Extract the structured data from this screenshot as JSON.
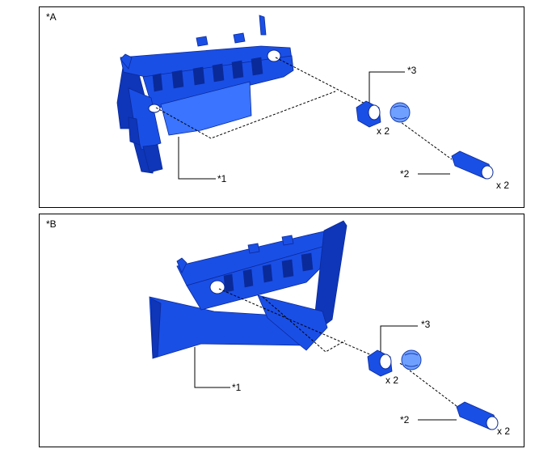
{
  "panels": [
    {
      "id": "A",
      "label": "*A",
      "callouts": {
        "part1": "*1",
        "part2": "*2",
        "part3": "*3"
      },
      "quantities": {
        "part3_qty": "x 2",
        "part2_qty": "x 2"
      }
    },
    {
      "id": "B",
      "label": "*B",
      "callouts": {
        "part1": "*1",
        "part2": "*2",
        "part3": "*3"
      },
      "quantities": {
        "part3_qty": "x 2",
        "part2_qty": "x 2"
      }
    }
  ],
  "colors": {
    "part_blue": "#1a4fe6",
    "part_dark": "#0f36b8",
    "part_light": "#3a74ff",
    "outline": "#000000"
  }
}
